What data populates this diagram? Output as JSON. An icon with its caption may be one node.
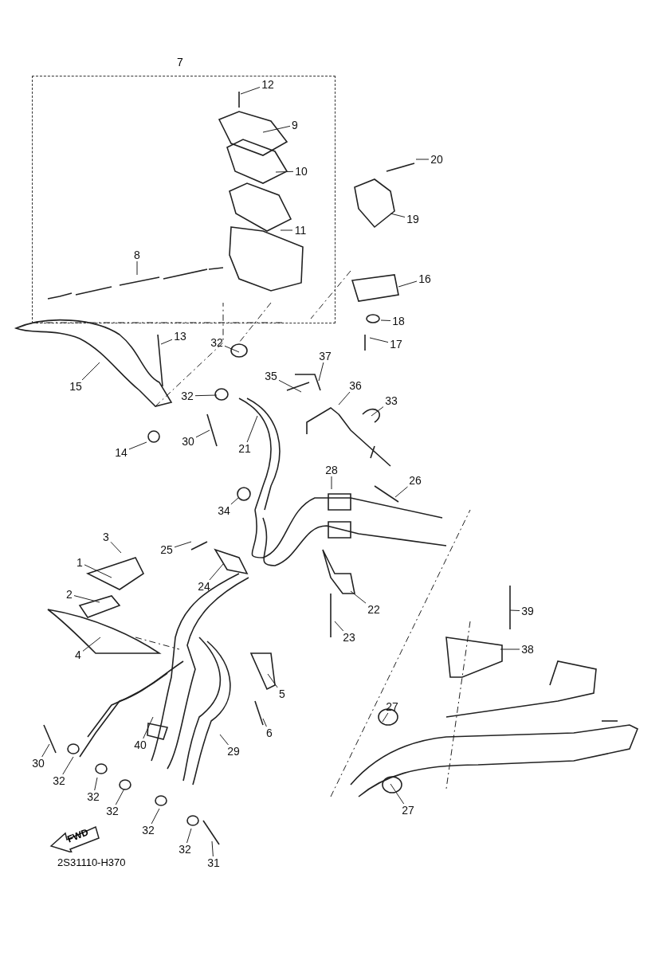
{
  "diagram": {
    "nodes": [
      {
        "text": [
          "7"
        ]
      },
      {
        "text": [
          "12"
        ],
        "in": 0
      },
      {
        "text": [
          "9"
        ],
        "in": 0
      },
      {
        "text": [
          "10"
        ],
        "in": 0
      },
      {
        "text": [
          "11"
        ],
        "in": 0
      },
      {
        "text": [
          "8"
        ],
        "in": 0
      },
      {
        "text": [
          "20"
        ]
      },
      {
        "text": [
          "19"
        ]
      },
      {
        "text": [
          "16"
        ]
      },
      {
        "text": [
          "18"
        ]
      },
      {
        "text": [
          "13"
        ]
      },
      {
        "text": [
          "32"
        ]
      },
      {
        "text": [
          "17"
        ]
      },
      {
        "text": [
          "35"
        ]
      },
      {
        "text": [
          "37"
        ]
      },
      {
        "text": [
          "15"
        ]
      },
      {
        "text": [
          "36"
        ]
      },
      {
        "text": [
          "32"
        ]
      },
      {
        "text": [
          "33"
        ]
      },
      {
        "text": [
          "30"
        ]
      },
      {
        "text": [
          "21"
        ]
      },
      {
        "text": [
          "14"
        ]
      },
      {
        "text": [
          "28"
        ]
      },
      {
        "text": [
          "26"
        ]
      },
      {
        "text": [
          "34"
        ]
      },
      {
        "text": [
          "3"
        ]
      },
      {
        "text": [
          "25"
        ]
      },
      {
        "text": [
          "1"
        ]
      },
      {
        "text": [
          "24"
        ]
      },
      {
        "text": [
          "2"
        ]
      },
      {
        "text": [
          "22"
        ]
      },
      {
        "text": [
          "39"
        ]
      },
      {
        "text": [
          "23"
        ]
      },
      {
        "text": [
          "38"
        ]
      },
      {
        "text": [
          "4"
        ]
      },
      {
        "text": [
          "5"
        ]
      },
      {
        "text": [
          "27"
        ]
      },
      {
        "text": [
          "6"
        ]
      },
      {
        "text": [
          "40"
        ]
      },
      {
        "text": [
          "29"
        ]
      },
      {
        "text": [
          "30"
        ]
      },
      {
        "text": [
          "32"
        ]
      },
      {
        "text": [
          "32"
        ]
      },
      {
        "text": [
          "27"
        ]
      },
      {
        "text": [
          "32"
        ]
      },
      {
        "text": [
          "32"
        ]
      },
      {
        "text": [
          "32"
        ]
      },
      {
        "text": [
          "31"
        ]
      },
      {
        "text": [
          "FWD"
        ]
      }
    ],
    "edges": [
      {
        "from": 1,
        "to": null,
        "arrow": "none"
      },
      {
        "from": 2,
        "to": null,
        "arrow": "none"
      },
      {
        "from": 3,
        "to": null,
        "arrow": "none"
      },
      {
        "from": 4,
        "to": null,
        "arrow": "none"
      },
      {
        "from": 5,
        "to": null,
        "arrow": "none"
      },
      {
        "from": 6,
        "to": null,
        "arrow": "none"
      },
      {
        "from": 7,
        "to": null,
        "arrow": "none"
      },
      {
        "from": 8,
        "to": null,
        "arrow": "none"
      },
      {
        "from": 9,
        "to": null,
        "arrow": "none"
      },
      {
        "from": 10,
        "to": null,
        "arrow": "none"
      },
      {
        "from": 11,
        "to": null,
        "arrow": "none"
      },
      {
        "from": 12,
        "to": null,
        "arrow": "none"
      },
      {
        "from": 13,
        "to": null,
        "arrow": "none"
      },
      {
        "from": 14,
        "to": null,
        "arrow": "none"
      },
      {
        "from": 15,
        "to": null,
        "arrow": "none"
      },
      {
        "from": 16,
        "to": null,
        "arrow": "none"
      },
      {
        "from": 17,
        "to": null,
        "arrow": "none"
      },
      {
        "from": 18,
        "to": null,
        "arrow": "none"
      },
      {
        "from": 19,
        "to": null,
        "arrow": "none"
      },
      {
        "from": 20,
        "to": null,
        "arrow": "none"
      },
      {
        "from": 21,
        "to": null,
        "arrow": "none"
      },
      {
        "from": 22,
        "to": null,
        "arrow": "none"
      },
      {
        "from": 23,
        "to": null,
        "arrow": "none"
      },
      {
        "from": 24,
        "to": null,
        "arrow": "none"
      },
      {
        "from": 25,
        "to": null,
        "arrow": "none"
      },
      {
        "from": 26,
        "to": null,
        "arrow": "none"
      },
      {
        "from": 27,
        "to": null,
        "arrow": "none"
      },
      {
        "from": 28,
        "to": null,
        "arrow": "none"
      },
      {
        "from": 29,
        "to": null,
        "arrow": "none"
      },
      {
        "from": 30,
        "to": null,
        "arrow": "none"
      },
      {
        "from": 31,
        "to": null,
        "arrow": "none"
      },
      {
        "from": 32,
        "to": null,
        "arrow": "none"
      },
      {
        "from": 33,
        "to": null,
        "arrow": "none"
      },
      {
        "from": 34,
        "to": null,
        "arrow": "none"
      },
      {
        "from": 35,
        "to": null,
        "arrow": "none"
      },
      {
        "from": 36,
        "to": null,
        "arrow": "none"
      },
      {
        "from": 37,
        "to": null,
        "arrow": "none"
      },
      {
        "from": 38,
        "to": null,
        "arrow": "none"
      },
      {
        "from": 39,
        "to": null,
        "arrow": "none"
      },
      {
        "from": 40,
        "to": null,
        "arrow": "none"
      },
      {
        "from": 41,
        "to": null,
        "arrow": "none"
      },
      {
        "from": 42,
        "to": null,
        "arrow": "none"
      },
      {
        "from": 43,
        "to": null,
        "arrow": "none"
      },
      {
        "from": 44,
        "to": null,
        "arrow": "none"
      },
      {
        "from": 45,
        "to": null,
        "arrow": "none"
      },
      {
        "from": 46,
        "to": null,
        "arrow": "none"
      },
      {
        "from": 47,
        "to": null,
        "arrow": "none"
      }
    ],
    "labels": [
      "2S31110-H370"
    ]
  }
}
